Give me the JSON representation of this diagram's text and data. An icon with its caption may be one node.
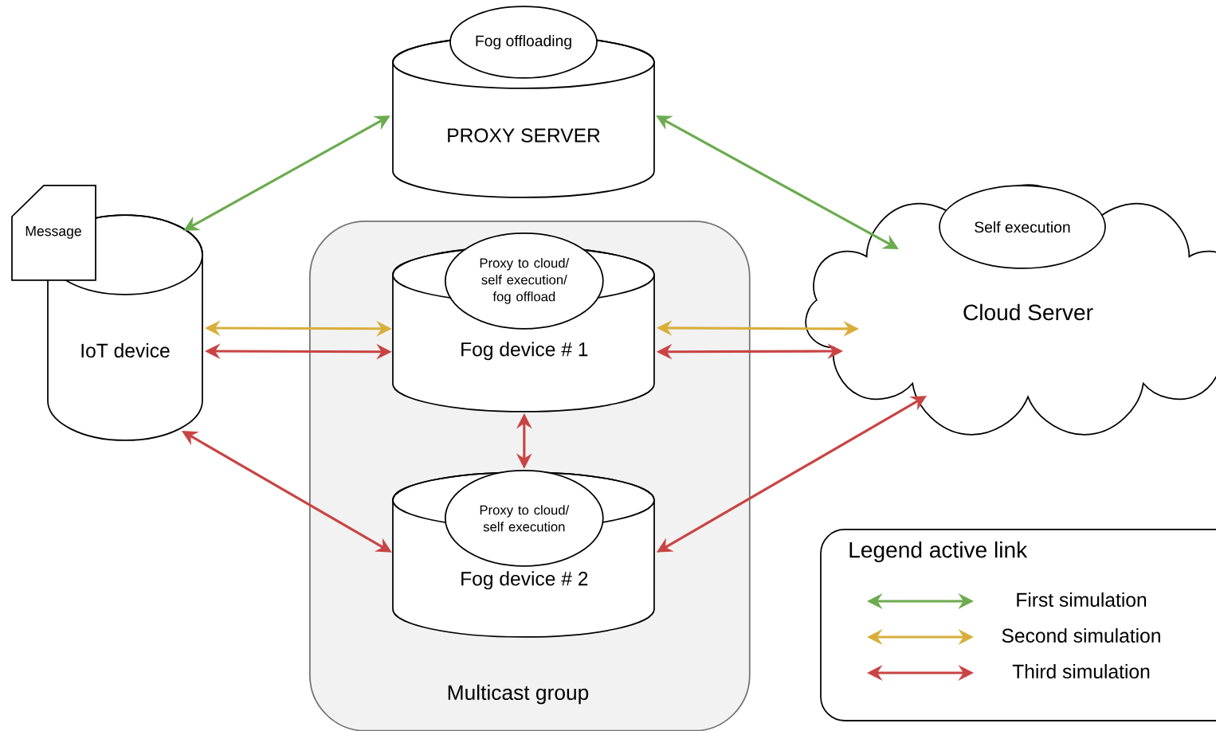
{
  "diagram": {
    "nodes": [
      {
        "text": [
          "Fog offloading"
        ]
      },
      {
        "text": [
          "PROXY SERVER"
        ]
      },
      {
        "text": [
          "Message"
        ]
      },
      {
        "text": [
          "IoT device"
        ]
      },
      {
        "text": [
          "Multicast group"
        ]
      },
      {
        "text": [
          "Proxy to cloud/ self execution/ fog offload"
        ],
        "in": 4
      },
      {
        "text": [
          "Fog device # 1"
        ],
        "in": 4
      },
      {
        "text": [
          "Proxy to cloud/ self execution"
        ],
        "in": 8
      },
      {
        "text": [
          "Fog device # 2"
        ],
        "in": 4
      },
      {
        "text": [
          "Self execution"
        ],
        "in": 10
      },
      {
        "text": [
          "Cloud Server"
        ]
      }
    ],
    "edges": [
      {
        "from": 3,
        "to": 1,
        "arrow": "both",
        "color": "#6cab4f"
      },
      {
        "from": 1,
        "to": 10,
        "arrow": "both",
        "color": "#6cab4f"
      },
      {
        "from": 3,
        "to": 6,
        "arrow": "both",
        "color": "#d8ae3c"
      },
      {
        "from": 3,
        "to": 6,
        "arrow": "both",
        "color": "#c94444"
      },
      {
        "from": 6,
        "to": 10,
        "arrow": "both",
        "color": "#d8ae3c"
      },
      {
        "from": 6,
        "to": 10,
        "arrow": "both",
        "color": "#c94444"
      },
      {
        "from": 6,
        "to": 8,
        "arrow": "both",
        "color": "#c94444"
      },
      {
        "from": 3,
        "to": 8,
        "arrow": "both",
        "color": "#c94444"
      },
      {
        "from": 8,
        "to": 10,
        "arrow": "both",
        "color": "#c94444"
      }
    ],
    "labels": [
      "Legend active link"
    ],
    "legend": [
      {
        "text": "First simulation",
        "color": "#6cab4f"
      },
      {
        "text": "Second simulation",
        "color": "#d8ae3c"
      },
      {
        "text": "Third simulation",
        "color": "#c94444"
      }
    ]
  }
}
